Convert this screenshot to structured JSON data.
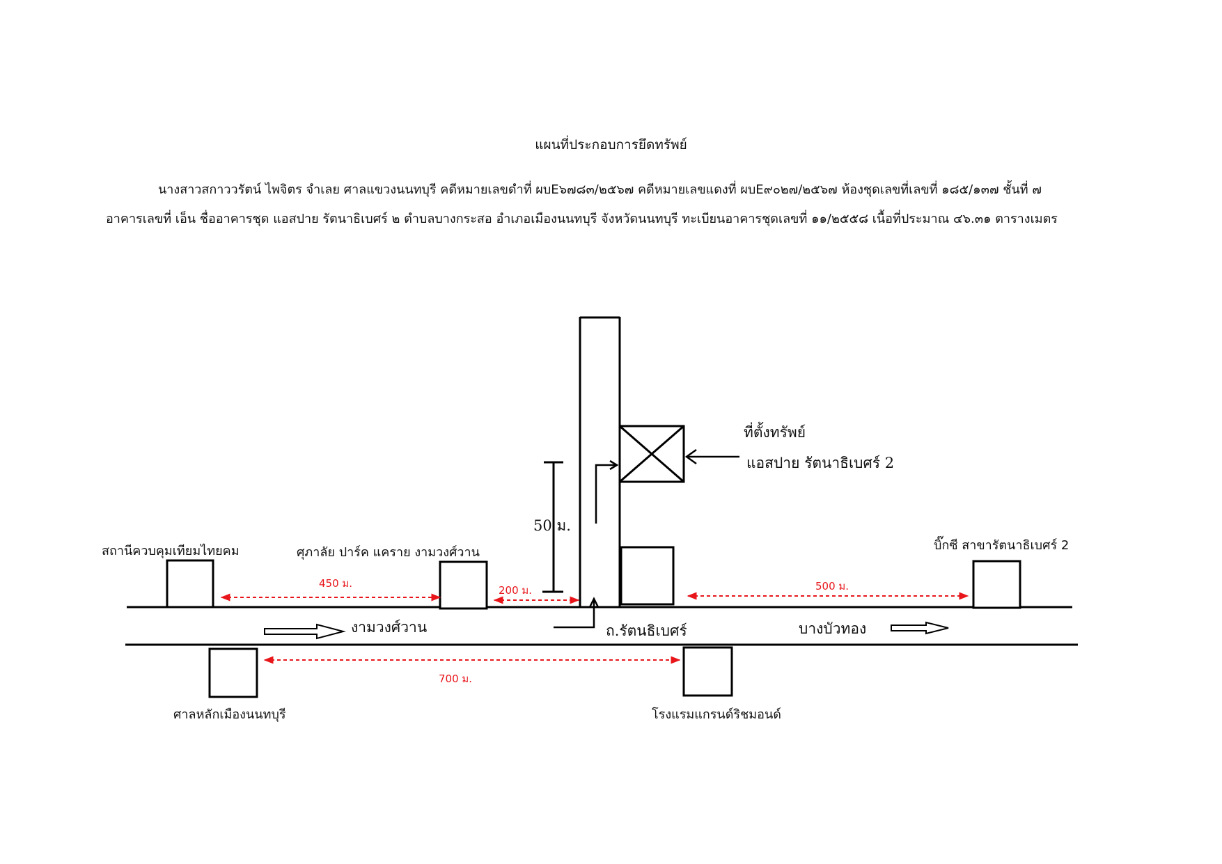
{
  "header": {
    "title": "แผนที่ประกอบการยึดทรัพย์",
    "line1": "นางสาวสกาววรัตน์ ไพจิตร จำเลย ศาลแขวงนนทบุรี  คดีหมายเลขดำที่ ผบE๖๗๘๓/๒๕๖๗ คดีหมายเลขแดงที่ ผบE๙๐๒๗/๒๕๖๗ ห้องชุดเลขที่เลขที่ ๑๘๕/๑๓๗ ชั้นที่ ๗",
    "line2": "อาคารเลขที่ เอ็น ชื่ออาคารชุด แอสปาย รัตนาธิเบศร์ ๒  ตำบลบางกระสอ อำเภอเมืองนนทบุรี จังหวัดนนทบุรี ทะเบียนอาคารชุดเลขที่ ๑๑/๒๕๕๘ เนื้อที่ประมาณ ๔๖.๓๑ ตารางเมตร"
  },
  "map": {
    "property_title": "ที่ตั้งทรัพย์",
    "property_name": "แอสปาย รัตนาธิเบศร์ 2",
    "landmarks": {
      "thaicom": "สถานีควบคุมเทียมไทยคม",
      "supalai": "ศุภาลัย ปาร์ค แคราย งามวงศ์วาน",
      "bigc": "บิ๊กซี สาขารัตนาธิเบศร์ 2",
      "city_pillar": "ศาลหลักเมืองนนทบุรี",
      "hotel": "โรงแรมแกรนด์ริชมอนด์"
    },
    "roads": {
      "ngamwongwan": "งามวงศ์วาน",
      "rattanathibet": "ถ.รัตนธิเบศร์",
      "bangbuathong": "บางบัวทอง"
    },
    "distances": {
      "d450": "450 ม.",
      "d200": "200 ม.",
      "d500": "500 ม.",
      "d700": "700 ม.",
      "d50": "50 ม."
    },
    "colors": {
      "distance": "#e8161b",
      "line": "#000000"
    }
  }
}
